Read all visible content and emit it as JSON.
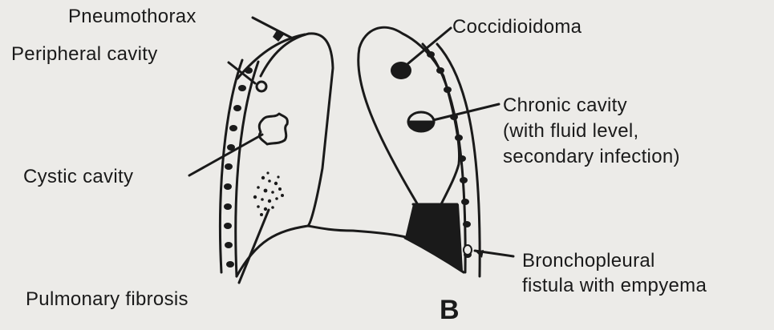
{
  "labels": {
    "pneumothorax": "Pneumothorax",
    "peripheral_cavity": "Peripheral cavity",
    "cystic_cavity": "Cystic cavity",
    "pulmonary_fibrosis": "Pulmonary fibrosis",
    "coccidioidoma": "Coccidioidoma",
    "chronic_cavity_line1": "Chronic cavity",
    "chronic_cavity_line2": "(with fluid level,",
    "chronic_cavity_line3": "secondary infection)",
    "bronchopleural_line1": "Bronchopleural",
    "bronchopleural_line2": "fistula with empyema"
  },
  "panel_letter": "B",
  "colors": {
    "background": "#ecebe8",
    "ink": "#1a1a1a"
  }
}
